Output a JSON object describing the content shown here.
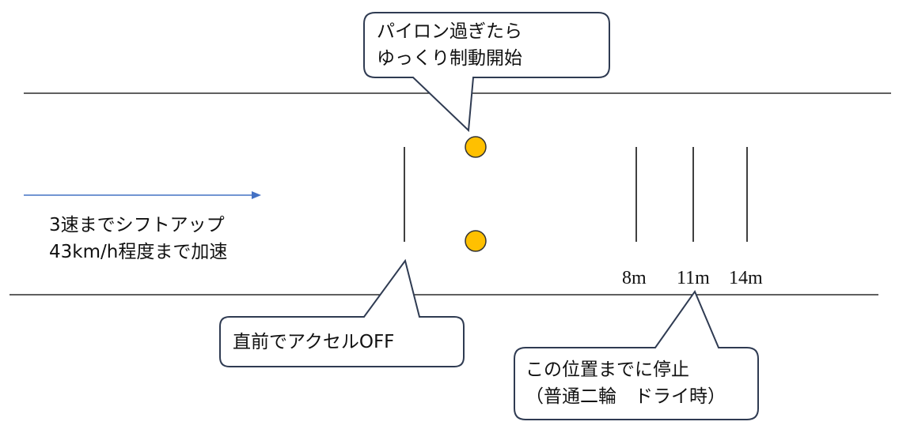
{
  "colors": {
    "line": "#000000",
    "arrow": "#4472c4",
    "pylon_fill": "#ffc000",
    "pylon_stroke": "#333333",
    "callout_border": "#2f3b52"
  },
  "callouts": {
    "brake": {
      "line1": "パイロン過ぎたら",
      "line2": "ゆっくり制動開始"
    },
    "accel_off": {
      "text": "直前でアクセルOFF"
    },
    "stop": {
      "line1": "この位置までに停止",
      "line2": "（普通二輪　ドライ時）"
    }
  },
  "instruction": {
    "line1": "3速までシフトアップ",
    "line2": "43km/h程度まで加速"
  },
  "distances": [
    "8m",
    "11m",
    "14m"
  ]
}
